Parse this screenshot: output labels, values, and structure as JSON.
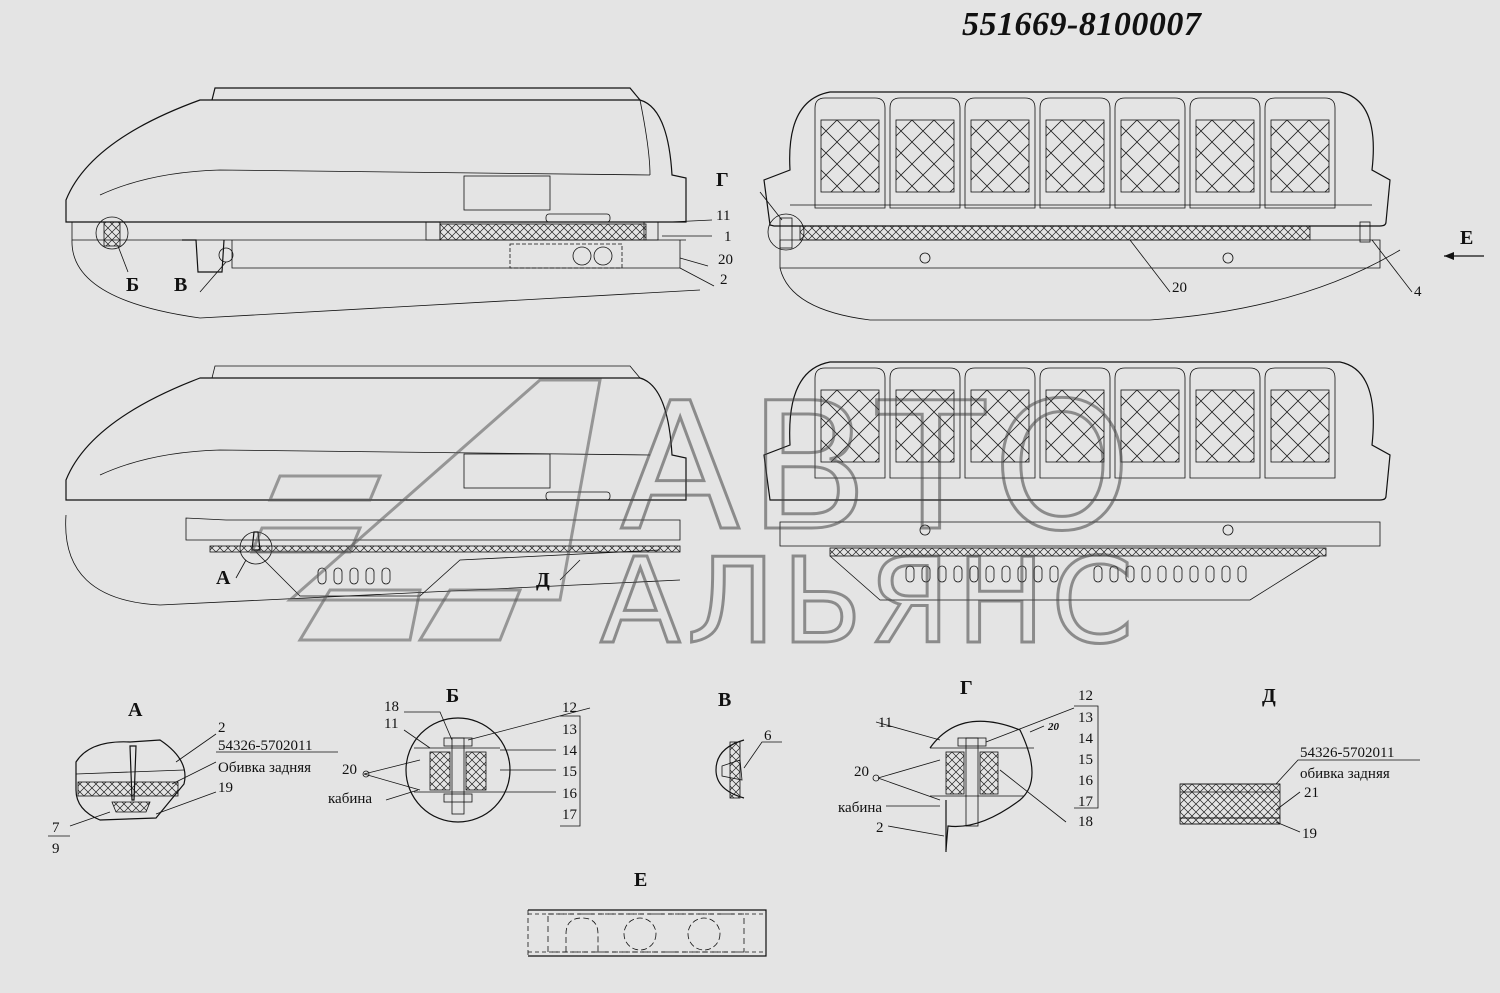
{
  "drawing_number": "551669-8100007",
  "watermark": {
    "line1": "АВТО",
    "line2": "АЛЬЯНС"
  },
  "view_labels": {
    "A": "А",
    "B": "Б",
    "V": "В",
    "G": "Г",
    "D": "Д",
    "E": "Е"
  },
  "callouts": {
    "n1": "1",
    "n2": "2",
    "n4": "4",
    "n6": "6",
    "n7": "7",
    "n9": "9",
    "n11": "11",
    "n12": "12",
    "n13": "13",
    "n14": "14",
    "n15": "15",
    "n16": "16",
    "n17": "17",
    "n18": "18",
    "n19": "19",
    "n20": "20",
    "n21": "21"
  },
  "notes": {
    "part_ref": "54326-5702011",
    "trim_rear_cap": "Обивка задняя",
    "trim_rear_lower": "обивка задняя",
    "cabin": "кабина"
  }
}
